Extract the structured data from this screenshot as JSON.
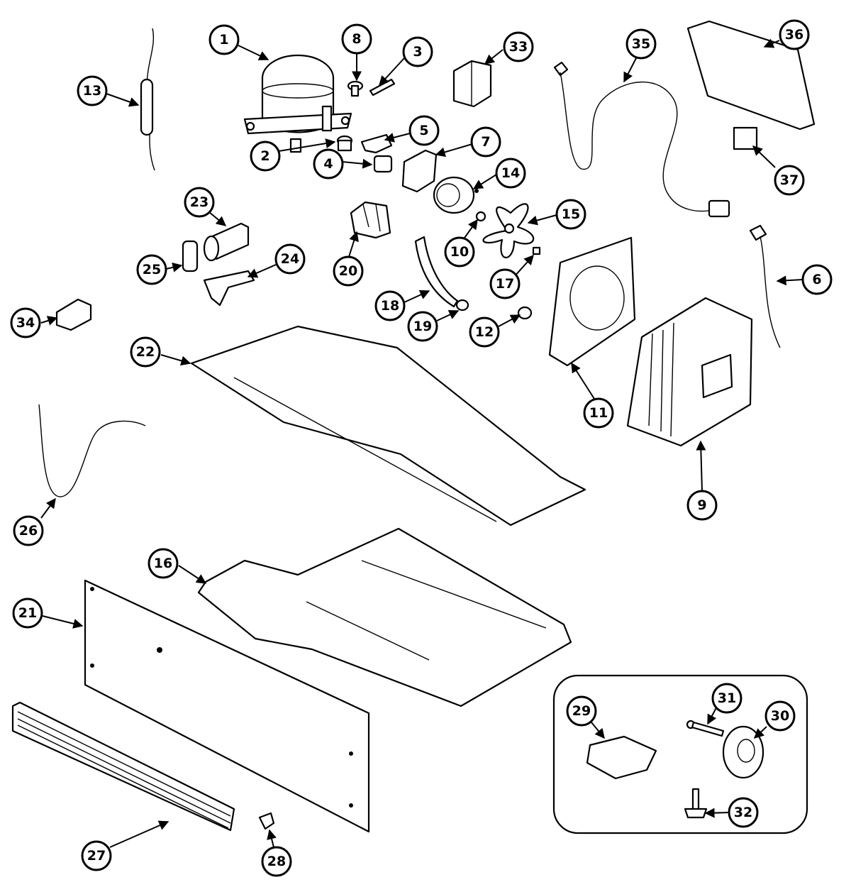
{
  "diagram": {
    "callouts": {
      "c1": "1",
      "c2": "2",
      "c3": "3",
      "c4": "4",
      "c5": "5",
      "c6": "6",
      "c7": "7",
      "c8": "8",
      "c9": "9",
      "c10": "10",
      "c11": "11",
      "c12": "12",
      "c13": "13",
      "c14": "14",
      "c15": "15",
      "c16": "16",
      "c17": "17",
      "c18": "18",
      "c19": "19",
      "c20": "20",
      "c21": "21",
      "c22": "22",
      "c23": "23",
      "c24": "24",
      "c25": "25",
      "c26": "26",
      "c27": "27",
      "c28": "28",
      "c29": "29",
      "c30": "30",
      "c31": "31",
      "c32": "32",
      "c33": "33",
      "c34": "34",
      "c35": "35",
      "c36": "36",
      "c37": "37"
    },
    "colors": {
      "line": "#000000",
      "background": "#ffffff"
    }
  }
}
